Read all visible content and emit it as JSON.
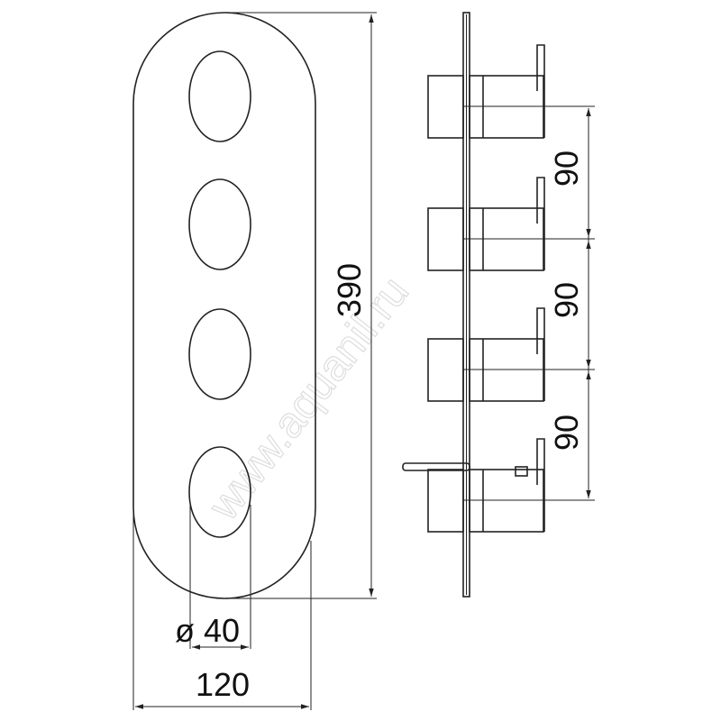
{
  "dimensions": {
    "height": "390",
    "hole_diameter": "ø 40",
    "width": "120",
    "spacing": [
      "90",
      "90",
      "90"
    ]
  },
  "watermark": "www.aquanil.ru",
  "handle_count": 4
}
